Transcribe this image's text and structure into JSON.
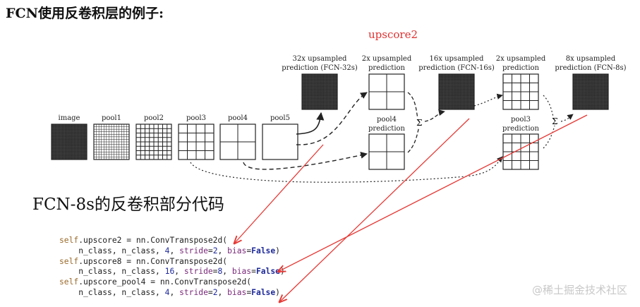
{
  "page_title": "FCN使用反卷积层的例子:",
  "annotation": {
    "text": "upscore2",
    "color": "#e03030"
  },
  "section_title": "FCN-8s的反卷积部分代码",
  "colors": {
    "arrow_red": "#e53935",
    "dark_block": "#1e1e1e",
    "line": "#222222"
  },
  "diagram": {
    "pools": [
      {
        "id": "image",
        "label": "image",
        "grid": 24,
        "style": "dark"
      },
      {
        "id": "pool1",
        "label": "pool1",
        "grid": 14,
        "style": "dense"
      },
      {
        "id": "pool2",
        "label": "pool2",
        "grid": 8,
        "style": "light"
      },
      {
        "id": "pool3",
        "label": "pool3",
        "grid": 4,
        "style": "light"
      },
      {
        "id": "pool4",
        "label": "pool4",
        "grid": 2,
        "style": "light"
      },
      {
        "id": "pool5",
        "label": "pool5",
        "grid": 1,
        "style": "light"
      }
    ],
    "top_blocks": [
      {
        "id": "pred32",
        "label1": "32x upsampled",
        "label2": "prediction (FCN-32s)",
        "grid": 24,
        "style": "dark"
      },
      {
        "id": "up2",
        "label1": "2x upsampled",
        "label2": "prediction",
        "grid": 2,
        "style": "light"
      },
      {
        "id": "pred16",
        "label1": "16x upsampled",
        "label2": "prediction (FCN-16s)",
        "grid": 24,
        "style": "dark"
      },
      {
        "id": "up2b",
        "label1": "2x upsampled",
        "label2": "prediction",
        "grid": 4,
        "style": "light"
      },
      {
        "id": "pred8",
        "label1": "8x upsampled",
        "label2": "prediction (FCN-8s)",
        "grid": 24,
        "style": "dark"
      }
    ],
    "bottom_blocks": [
      {
        "id": "pool4pred",
        "label1": "pool4",
        "label2": "prediction",
        "grid": 2,
        "style": "light"
      },
      {
        "id": "pool3pred",
        "label1": "pool3",
        "label2": "prediction",
        "grid": 4,
        "style": "light"
      }
    ],
    "sum_symbol": "Σ"
  },
  "code": [
    [
      {
        "t": "self",
        "c": "self"
      },
      {
        "t": ".upscore2 = nn.ConvTranspose2d("
      }
    ],
    [
      {
        "t": "    n_class, n_class, "
      },
      {
        "t": "4",
        "c": "num"
      },
      {
        "t": ", "
      },
      {
        "t": "stride",
        "c": "arg"
      },
      {
        "t": "="
      },
      {
        "t": "2",
        "c": "num"
      },
      {
        "t": ", "
      },
      {
        "t": "bias",
        "c": "arg"
      },
      {
        "t": "="
      },
      {
        "t": "False",
        "c": "kw"
      },
      {
        "t": ")"
      }
    ],
    [
      {
        "t": "self",
        "c": "self"
      },
      {
        "t": ".upscore8 = nn.ConvTranspose2d("
      }
    ],
    [
      {
        "t": "    n_class, n_class, "
      },
      {
        "t": "16",
        "c": "num"
      },
      {
        "t": ", "
      },
      {
        "t": "stride",
        "c": "arg"
      },
      {
        "t": "="
      },
      {
        "t": "8",
        "c": "num"
      },
      {
        "t": ", "
      },
      {
        "t": "bias",
        "c": "arg"
      },
      {
        "t": "="
      },
      {
        "t": "False",
        "c": "kw"
      },
      {
        "t": ")"
      }
    ],
    [
      {
        "t": "self",
        "c": "self"
      },
      {
        "t": ".upscore_pool4 = nn.ConvTranspose2d("
      }
    ],
    [
      {
        "t": "    n_class, n_class, "
      },
      {
        "t": "4",
        "c": "num"
      },
      {
        "t": ", "
      },
      {
        "t": "stride",
        "c": "arg"
      },
      {
        "t": "="
      },
      {
        "t": "2",
        "c": "num"
      },
      {
        "t": ", "
      },
      {
        "t": "bias",
        "c": "arg"
      },
      {
        "t": "="
      },
      {
        "t": "False",
        "c": "kw"
      },
      {
        "t": ")"
      }
    ]
  ],
  "watermark": "@稀土掘金技术社区"
}
